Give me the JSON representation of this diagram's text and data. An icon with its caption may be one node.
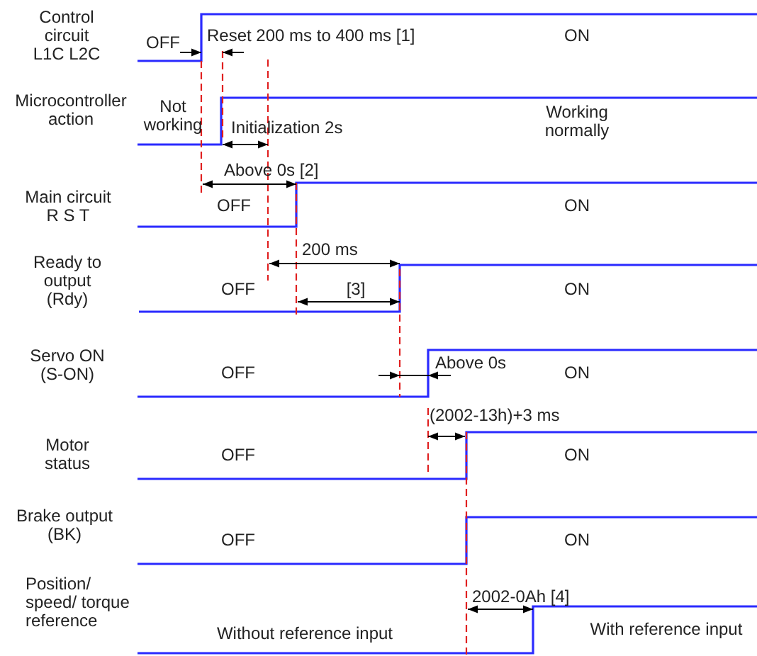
{
  "diagram": {
    "labels": [
      "Control circuit L1C L2C",
      "OFF",
      "Reset 200 ms to 400 ms  [1]",
      "ON",
      "Microcontroller action",
      "Not working",
      "Initialization 2s",
      "Working normally",
      "Above 0s [2]",
      "Main circuit R S T",
      "OFF",
      "ON",
      "200 ms",
      "Ready to output (Rdy)",
      "OFF",
      "[3]",
      "ON",
      "Servo ON (S-ON)",
      "OFF",
      "Above 0s",
      "ON",
      "(2002-13h)+3 ms",
      "Motor status",
      "OFF",
      "ON",
      "Brake output (BK)",
      "OFF",
      "ON",
      "Position/ speed/ torque reference",
      "2002-0Ah  [4]",
      "Without reference input",
      "With reference input"
    ]
  }
}
